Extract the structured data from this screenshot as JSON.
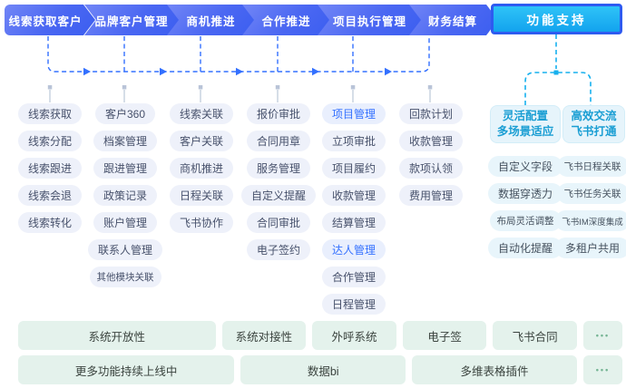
{
  "flow": {
    "stages": [
      "线索获取客户",
      "品牌客户管理",
      "商机推进",
      "合作推进",
      "项目执行管理",
      "财务结算"
    ],
    "support_button": "功能支持"
  },
  "columns": [
    {
      "stage": "线索获取客户",
      "items": [
        {
          "label": "线索获取"
        },
        {
          "label": "线索分配"
        },
        {
          "label": "线索跟进"
        },
        {
          "label": "线索会退"
        },
        {
          "label": "线索转化"
        }
      ]
    },
    {
      "stage": "品牌客户管理",
      "items": [
        {
          "label": "客户360"
        },
        {
          "label": "档案管理"
        },
        {
          "label": "跟进管理"
        },
        {
          "label": "政策记录"
        },
        {
          "label": "账户管理"
        },
        {
          "label": "联系人管理"
        },
        {
          "label": "其他模块关联",
          "cls": "sm"
        }
      ]
    },
    {
      "stage": "商机推进",
      "items": [
        {
          "label": "线索关联"
        },
        {
          "label": "客户关联"
        },
        {
          "label": "商机推进"
        },
        {
          "label": "日程关联"
        },
        {
          "label": "飞书协作"
        }
      ]
    },
    {
      "stage": "合作推进",
      "items": [
        {
          "label": "报价审批"
        },
        {
          "label": "合同用章"
        },
        {
          "label": "服务管理"
        },
        {
          "label": "自定义提醒"
        },
        {
          "label": "合同审批"
        },
        {
          "label": "电子签约"
        }
      ]
    },
    {
      "stage": "项目执行管理",
      "items": [
        {
          "label": "项目管理",
          "cls": "hl"
        },
        {
          "label": "立项审批"
        },
        {
          "label": "项目履约"
        },
        {
          "label": "收款管理"
        },
        {
          "label": "结算管理"
        },
        {
          "label": "达人管理",
          "cls": "hl"
        },
        {
          "label": "合作管理"
        },
        {
          "label": "日程管理"
        }
      ]
    },
    {
      "stage": "财务结算",
      "items": [
        {
          "label": "回款计划"
        },
        {
          "label": "收款管理"
        },
        {
          "label": "款项认领"
        },
        {
          "label": "费用管理"
        }
      ]
    }
  ],
  "support_groups": [
    {
      "title_line1": "灵活配置",
      "title_line2": "多场景适应",
      "items": [
        {
          "label": "自定义字段"
        },
        {
          "label": "数据穿透力"
        },
        {
          "label": "布局灵活调整",
          "cls": "sm"
        },
        {
          "label": "自动化提醒"
        }
      ]
    },
    {
      "title_line1": "高效交流",
      "title_line2": "飞书打通",
      "items": [
        {
          "label": "飞书日程关联",
          "cls": "sm"
        },
        {
          "label": "飞书任务关联",
          "cls": "sm"
        },
        {
          "label": "飞书IM深度集成",
          "cls": "xs"
        },
        {
          "label": "多租户共用"
        }
      ]
    }
  ],
  "bottom_rows": [
    {
      "items": [
        {
          "label": "系统开放性",
          "cls": "bw-2"
        },
        {
          "label": "系统对接性",
          "cls": "bw-1"
        },
        {
          "label": "外呼系统",
          "cls": "bw-1"
        },
        {
          "label": "电子签",
          "cls": "bw-1"
        },
        {
          "label": "飞书合同",
          "cls": "bw-1"
        },
        {
          "label": "•••",
          "cls": "bw-dots dots"
        }
      ]
    },
    {
      "items": [
        {
          "label": "更多功能持续上线中",
          "cls": "bw-13"
        },
        {
          "label": "数据bi",
          "cls": "bw-1"
        },
        {
          "label": "多维表格插件",
          "cls": "bw-1"
        },
        {
          "label": "•••",
          "cls": "bw-dots dots"
        }
      ]
    }
  ],
  "colors": {
    "flow_gradient_start": "#7286f6",
    "flow_gradient_end": "#3b5ef0",
    "support_button_border": "#2e5bf0",
    "support_button_fill": "#1cb0f1",
    "connector_blue": "#3370ff",
    "connector_cyan": "#17b0ee",
    "pin_gray": "#b9c4d8",
    "chip_bg": "#eef1fa",
    "chip_text": "#47516b",
    "chip_highlight_text": "#3370ff",
    "support_chip_bg": "#e8f5fb",
    "support_header_text": "#1a9ed3",
    "bottom_chip_bg": "#e4f2ec",
    "bottom_text": "#3a433e",
    "bottom_dots": "#74b493"
  }
}
